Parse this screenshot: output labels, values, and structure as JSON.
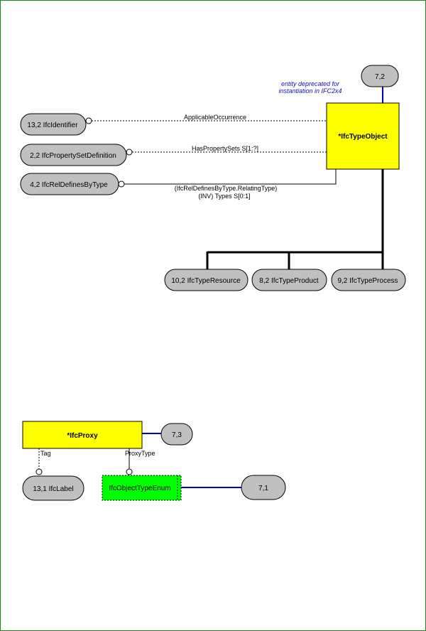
{
  "colors": {
    "frame": "#1a8a1a",
    "entity_fill": "#ffff00",
    "enum_fill": "#00ff00",
    "oval_fill": "#c0c0c0",
    "link_blue": "#0000c8",
    "note_blue": "#1010c8"
  },
  "diagram": {
    "page_refs": {
      "type_object_ref": "7,2",
      "proxy_ref": "7,3",
      "enum_ref": "7,1"
    },
    "note": {
      "line1": "entity deprecated for",
      "line2": "instantiation in IFC2x4"
    },
    "entities": {
      "type_object": "*IfcTypeObject",
      "proxy": "*IfcProxy",
      "object_type_enum": "IfcObjectTypeEnum"
    },
    "references": {
      "identifier": "13,2 IfcIdentifier",
      "property_set_definition": "2,2 IfcPropertySetDefinition",
      "rel_defines_by_type": "4,2 IfcRelDefinesByType",
      "type_resource": "10,2 IfcTypeResource",
      "type_product": "8,2 IfcTypeProduct",
      "type_process": "9,2 IfcTypeProcess",
      "label": "13,1 IfcLabel"
    },
    "attributes": {
      "applicable_occurrence": "ApplicableOccurrence",
      "has_property_sets": "HasPropertySets S[1:?]",
      "types_line1": "(IfcRelDefinesByType.RelatingType)",
      "types_line2": "(INV) Types S[0:1]",
      "tag": "Tag",
      "proxy_type": "ProxyType"
    }
  }
}
